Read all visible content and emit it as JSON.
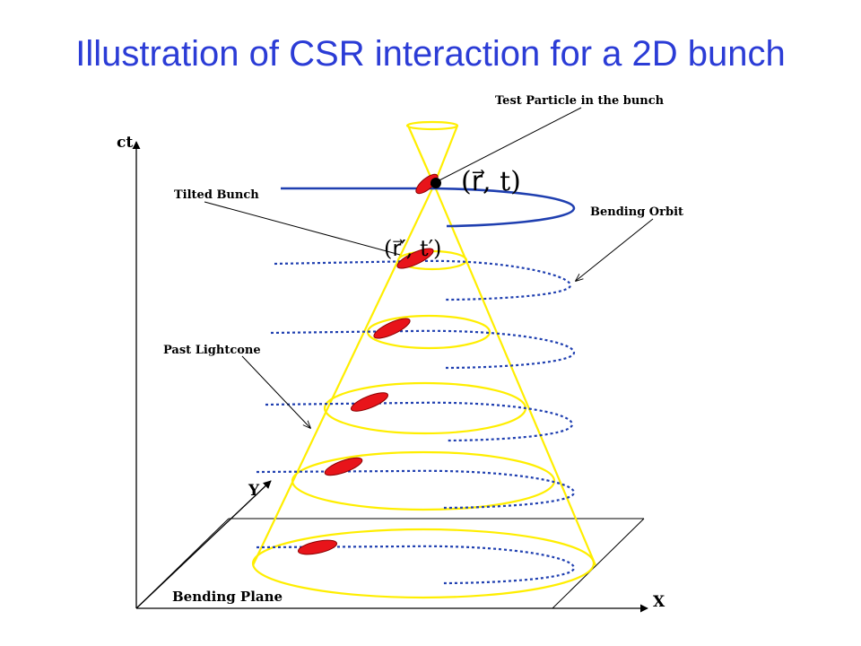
{
  "slide": {
    "title": "Illustration of CSR interaction for a 2D bunch"
  },
  "diagram": {
    "axes": {
      "vertical": "ct",
      "depth": "Y",
      "horizontal": "X"
    },
    "labels": {
      "test_particle": "Test Particle in the bunch",
      "tilted_bunch": "Tilted Bunch",
      "bending_orbit": "Bending Orbit",
      "past_lightcone": "Past Lightcone",
      "bending_plane": "Bending Plane"
    },
    "math": {
      "present_event": "(r⃗, t)",
      "past_event": "(r⃗′, t′)"
    },
    "colors": {
      "title": "#2b3cd6",
      "orbit": "#1f3fb0",
      "lightcone": "#ffee00",
      "bunch": "#e8141a",
      "axes": "#000000"
    }
  }
}
